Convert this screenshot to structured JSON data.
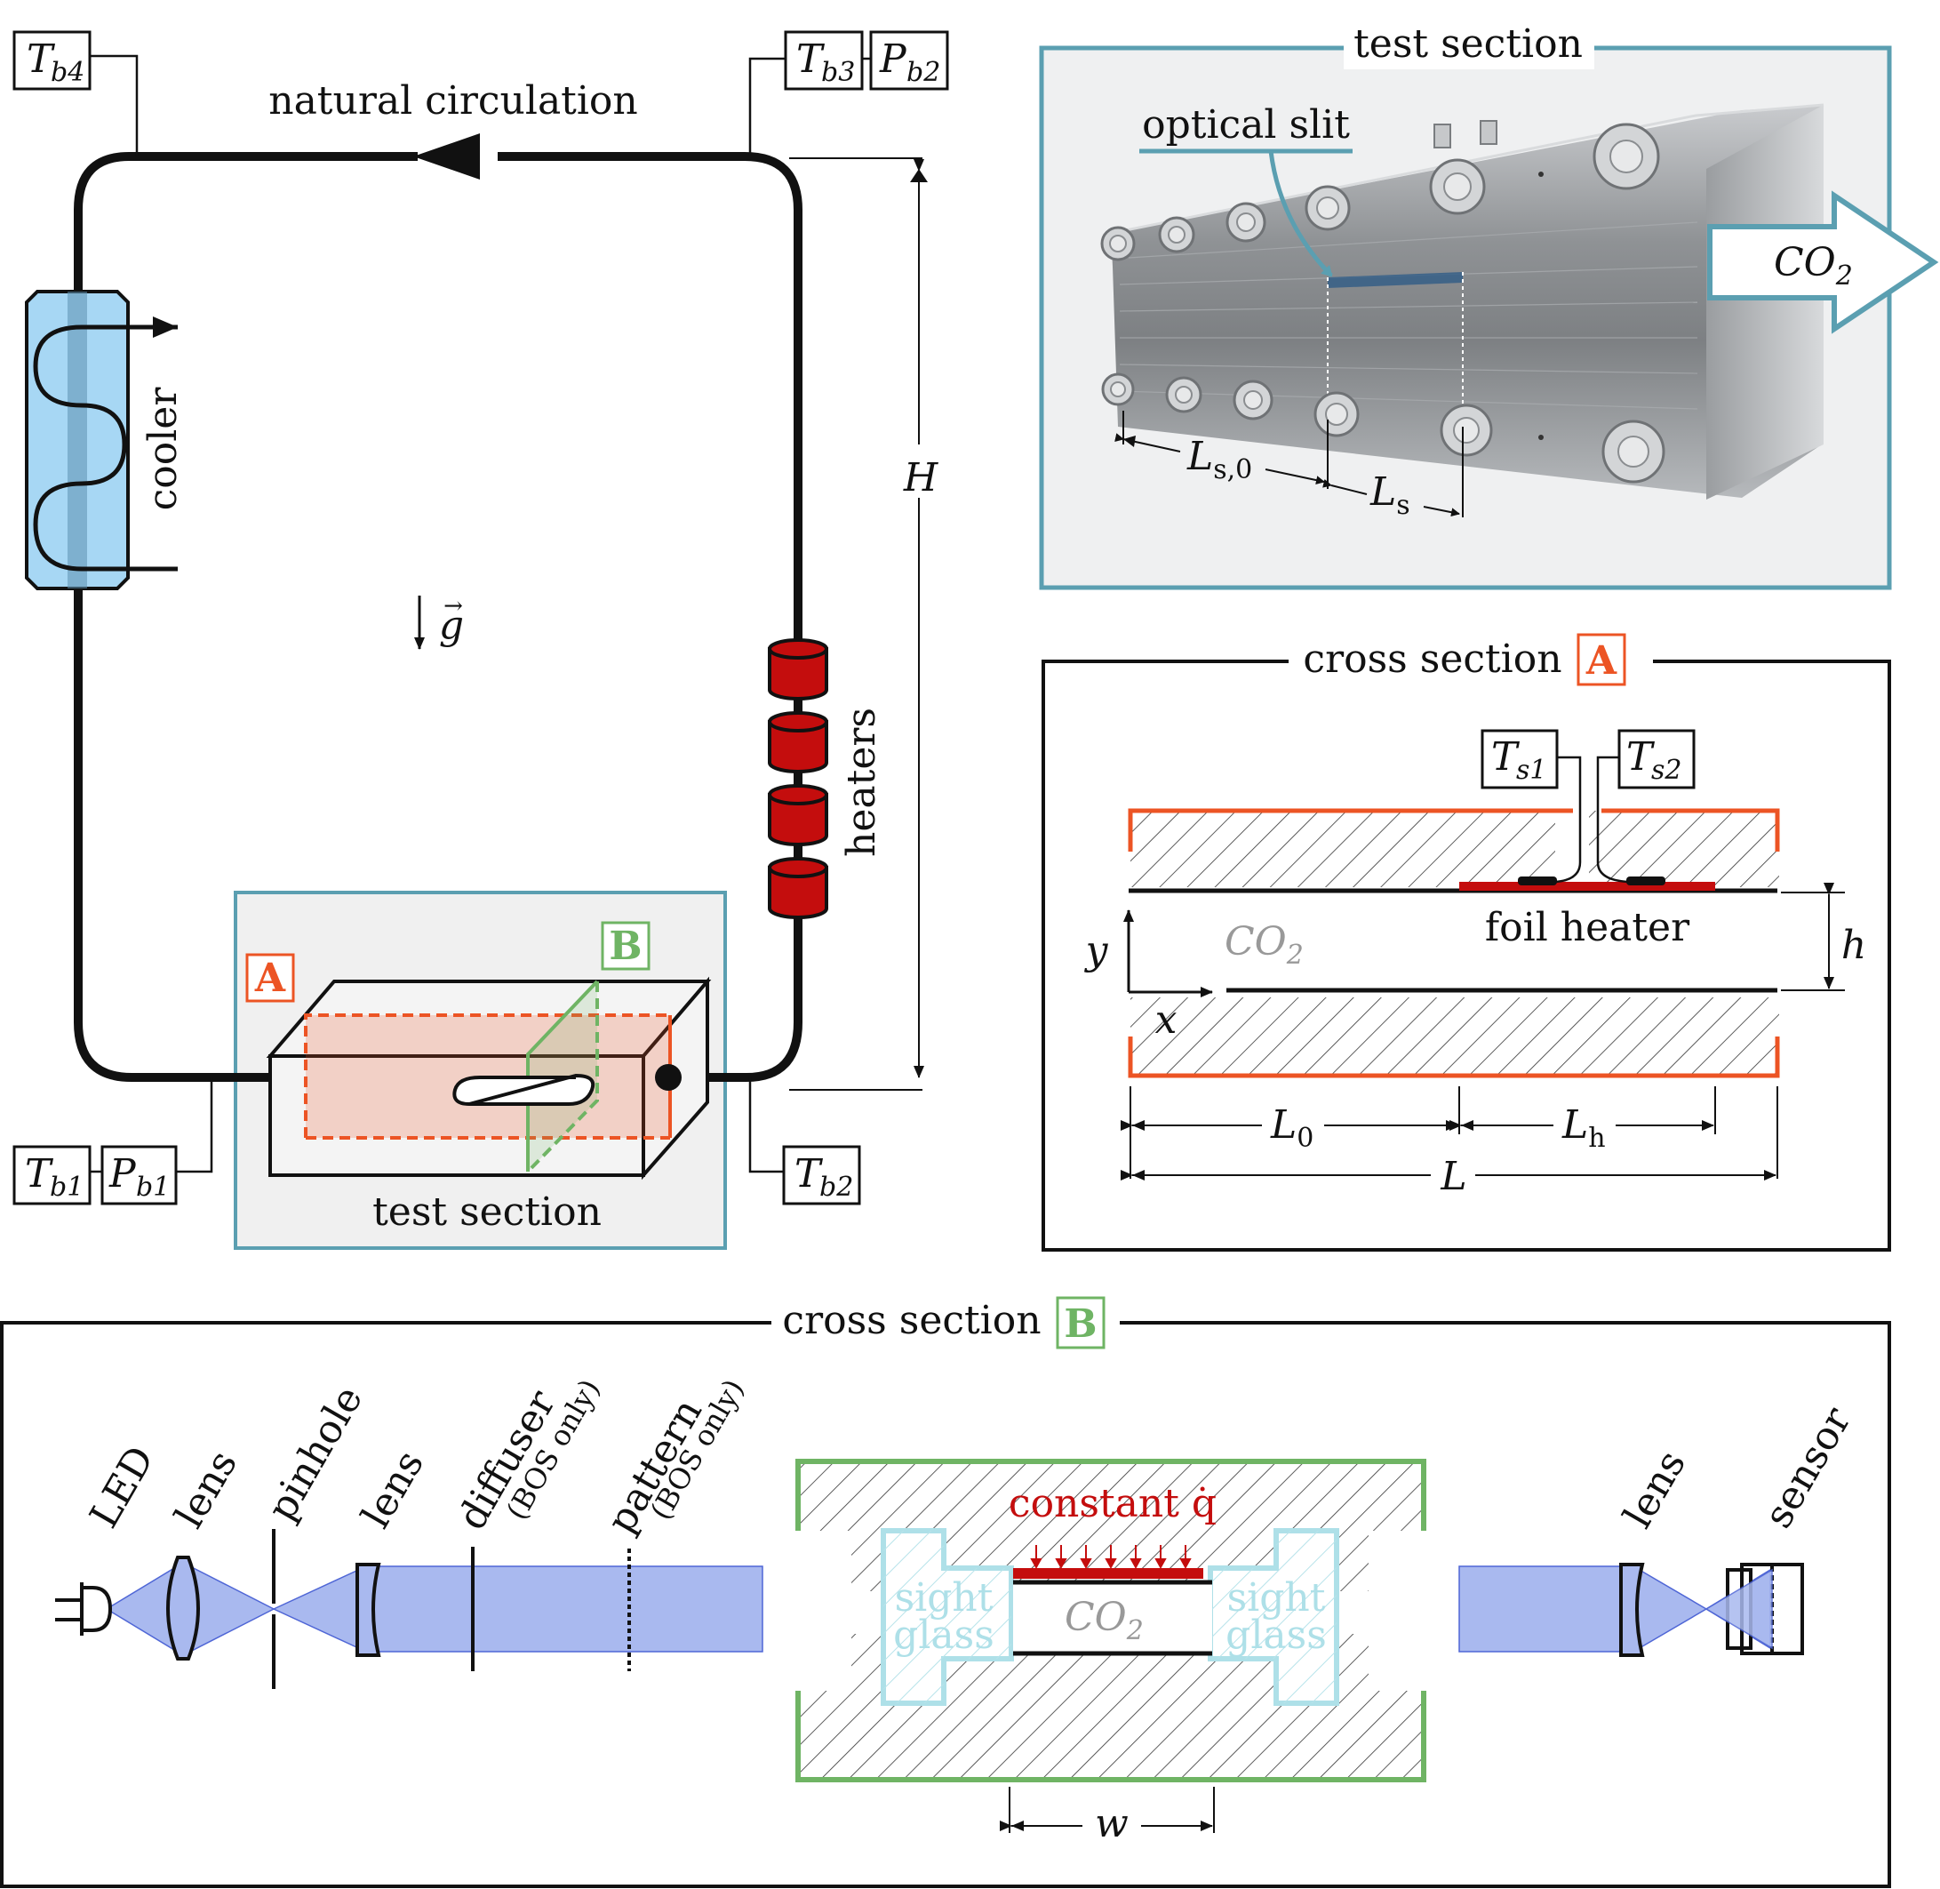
{
  "loop": {
    "title": "natural circulation",
    "cooler": "cooler",
    "heaters": "heaters",
    "height_symbol": "H",
    "gravity": "g",
    "test_section": "test section",
    "marker_a": "A",
    "marker_b": "B",
    "sensors": [
      {
        "id": "Tb4",
        "base": "T",
        "sub": "b4"
      },
      {
        "id": "Tb3",
        "base": "T",
        "sub": "b3"
      },
      {
        "id": "Pb2",
        "base": "P",
        "sub": "b2"
      },
      {
        "id": "Tb1",
        "base": "T",
        "sub": "b1"
      },
      {
        "id": "Pb1",
        "base": "P",
        "sub": "b1"
      },
      {
        "id": "Tb2",
        "base": "T",
        "sub": "b2"
      }
    ]
  },
  "photo_panel": {
    "title": "test section",
    "optical_slit": "optical slit",
    "co2": "CO",
    "co2_sub": "2",
    "ls0": "L",
    "ls0_sub": "s,0",
    "ls": "L",
    "ls_sub": "s"
  },
  "cross_a": {
    "title": "cross section",
    "marker": "A",
    "ts1": {
      "base": "T",
      "sub": "s1"
    },
    "ts2": {
      "base": "T",
      "sub": "s2"
    },
    "foil_heater": "foil heater",
    "co2": "CO",
    "co2_sub": "2",
    "y": "y",
    "x": "x",
    "h": "h",
    "L0": "L",
    "L0_sub": "0",
    "Lh": "L",
    "Lh_sub": "h",
    "L": "L"
  },
  "cross_b": {
    "title": "cross section",
    "marker": "B",
    "components": [
      "LED",
      "lens",
      "pinhole",
      "lens",
      "diffuser",
      "pattern",
      "lens",
      "sensor"
    ],
    "bos_only": "(BOS only)",
    "constant_q": "constant q̇",
    "sight_glass": [
      "sight",
      "glass"
    ],
    "co2": "CO",
    "co2_sub": "2",
    "w": "w"
  },
  "colors": {
    "teal": "#5b9fb1",
    "orange": "#ec5424",
    "green": "#6fb464",
    "red": "#c40d0d",
    "beam": "#a9b9ef",
    "cooler": "#a7d7f4",
    "sight_glass": "#aee0e8"
  }
}
